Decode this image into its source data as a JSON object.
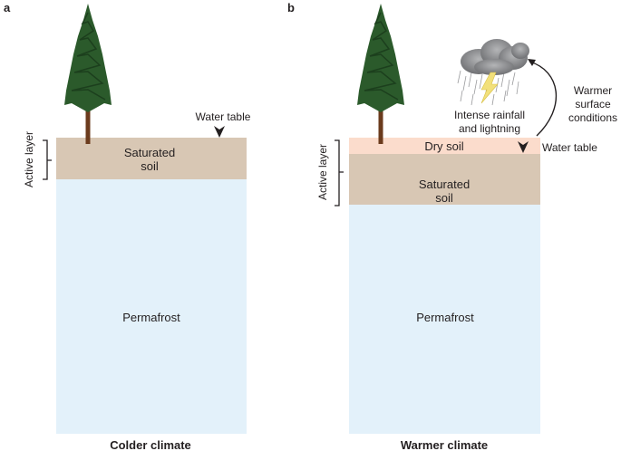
{
  "panel_a": {
    "label": "a",
    "active_layer": "Active layer",
    "water_table": "Water table",
    "saturated_line1": "Saturated",
    "saturated_line2": "soil",
    "permafrost": "Permafrost",
    "caption": "Colder climate"
  },
  "panel_b": {
    "label": "b",
    "active_layer": "Active layer",
    "water_table": "Water table",
    "dry_soil": "Dry soil",
    "saturated_line1": "Saturated",
    "saturated_line2": "soil",
    "permafrost": "Permafrost",
    "caption": "Warmer climate",
    "storm_line1": "Intense rainfall",
    "storm_line2": "and lightning",
    "warmer_line1": "Warmer",
    "warmer_line2": "surface",
    "warmer_line3": "conditions"
  },
  "colors": {
    "saturated_soil": "#d8c7b4",
    "dry_soil": "#fbdccc",
    "permafrost": "#e3f1fa",
    "tree_foliage": "#2b5a2b",
    "tree_trunk": "#6b3b1d",
    "cloud": "#8c8d8f",
    "lightning": "#f2e07a",
    "text": "#231f20"
  }
}
